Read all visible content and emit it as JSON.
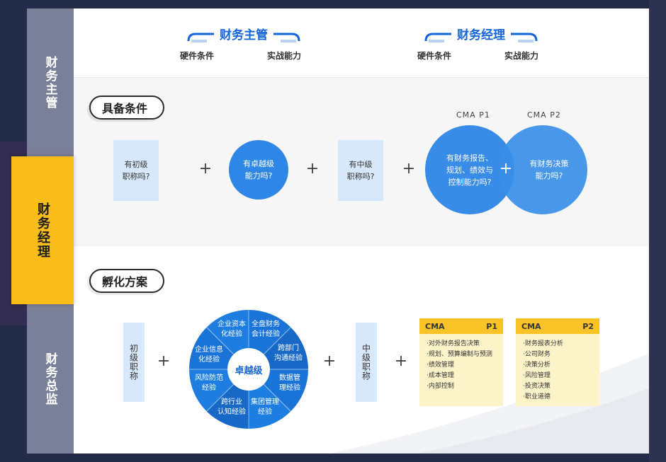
{
  "tabs": [
    {
      "label": "财务主管"
    },
    {
      "label": "财务经理"
    },
    {
      "label": "财务总监"
    }
  ],
  "header": {
    "roles": [
      {
        "title": "财务主管",
        "sub_left": "硬件条件",
        "sub_right": "实战能力"
      },
      {
        "title": "财务经理",
        "sub_left": "硬件条件",
        "sub_right": "实战能力"
      }
    ]
  },
  "section1": {
    "title": "具备条件",
    "q1": "有初级\n职称吗?",
    "q2": "有卓越级\n能力吗?",
    "q3": "有中级\n职称吗?",
    "cma_p1_label": "CMA  P1",
    "cma_p2_label": "CMA  P2",
    "q4": "有财务报告、\n规划、绩效与\n控制能力吗?",
    "q5": "有财务决策\n能力吗?",
    "plus": "+"
  },
  "section2": {
    "title": "孵化方案",
    "start": "初级职称",
    "end": "中级职称",
    "wheel_center": "卓越级",
    "wheel_items": [
      "全盘财务\n会计经验",
      "跨部门\n沟通经验",
      "数据管\n理经验",
      "集团管理\n经验",
      "跨行业\n认知经验",
      "风险防范\n经验",
      "企业信息\n化经验",
      "企业资本\n化经验"
    ],
    "plus": "+",
    "cards": [
      {
        "name": "CMA",
        "part": "P1",
        "items": [
          "·对外财务报告决策",
          "·规划、预算编制与预测",
          "·绩效管理",
          "·成本管理",
          "·内部控制"
        ]
      },
      {
        "name": "CMA",
        "part": "P2",
        "items": [
          "·财务报表分析",
          "·公司财务",
          "·决策分析",
          "·风险管理",
          "·投资决策",
          "·职业道德"
        ]
      }
    ]
  },
  "colors": {
    "accent_blue": "#1565d8",
    "circle_blue": "#2e86e6",
    "tab_active": "#f8bd18",
    "tab_inactive": "#7b8099",
    "card_head": "#f9c227",
    "card_body": "#fdf3c9",
    "qbox": "#d7e8fb"
  }
}
